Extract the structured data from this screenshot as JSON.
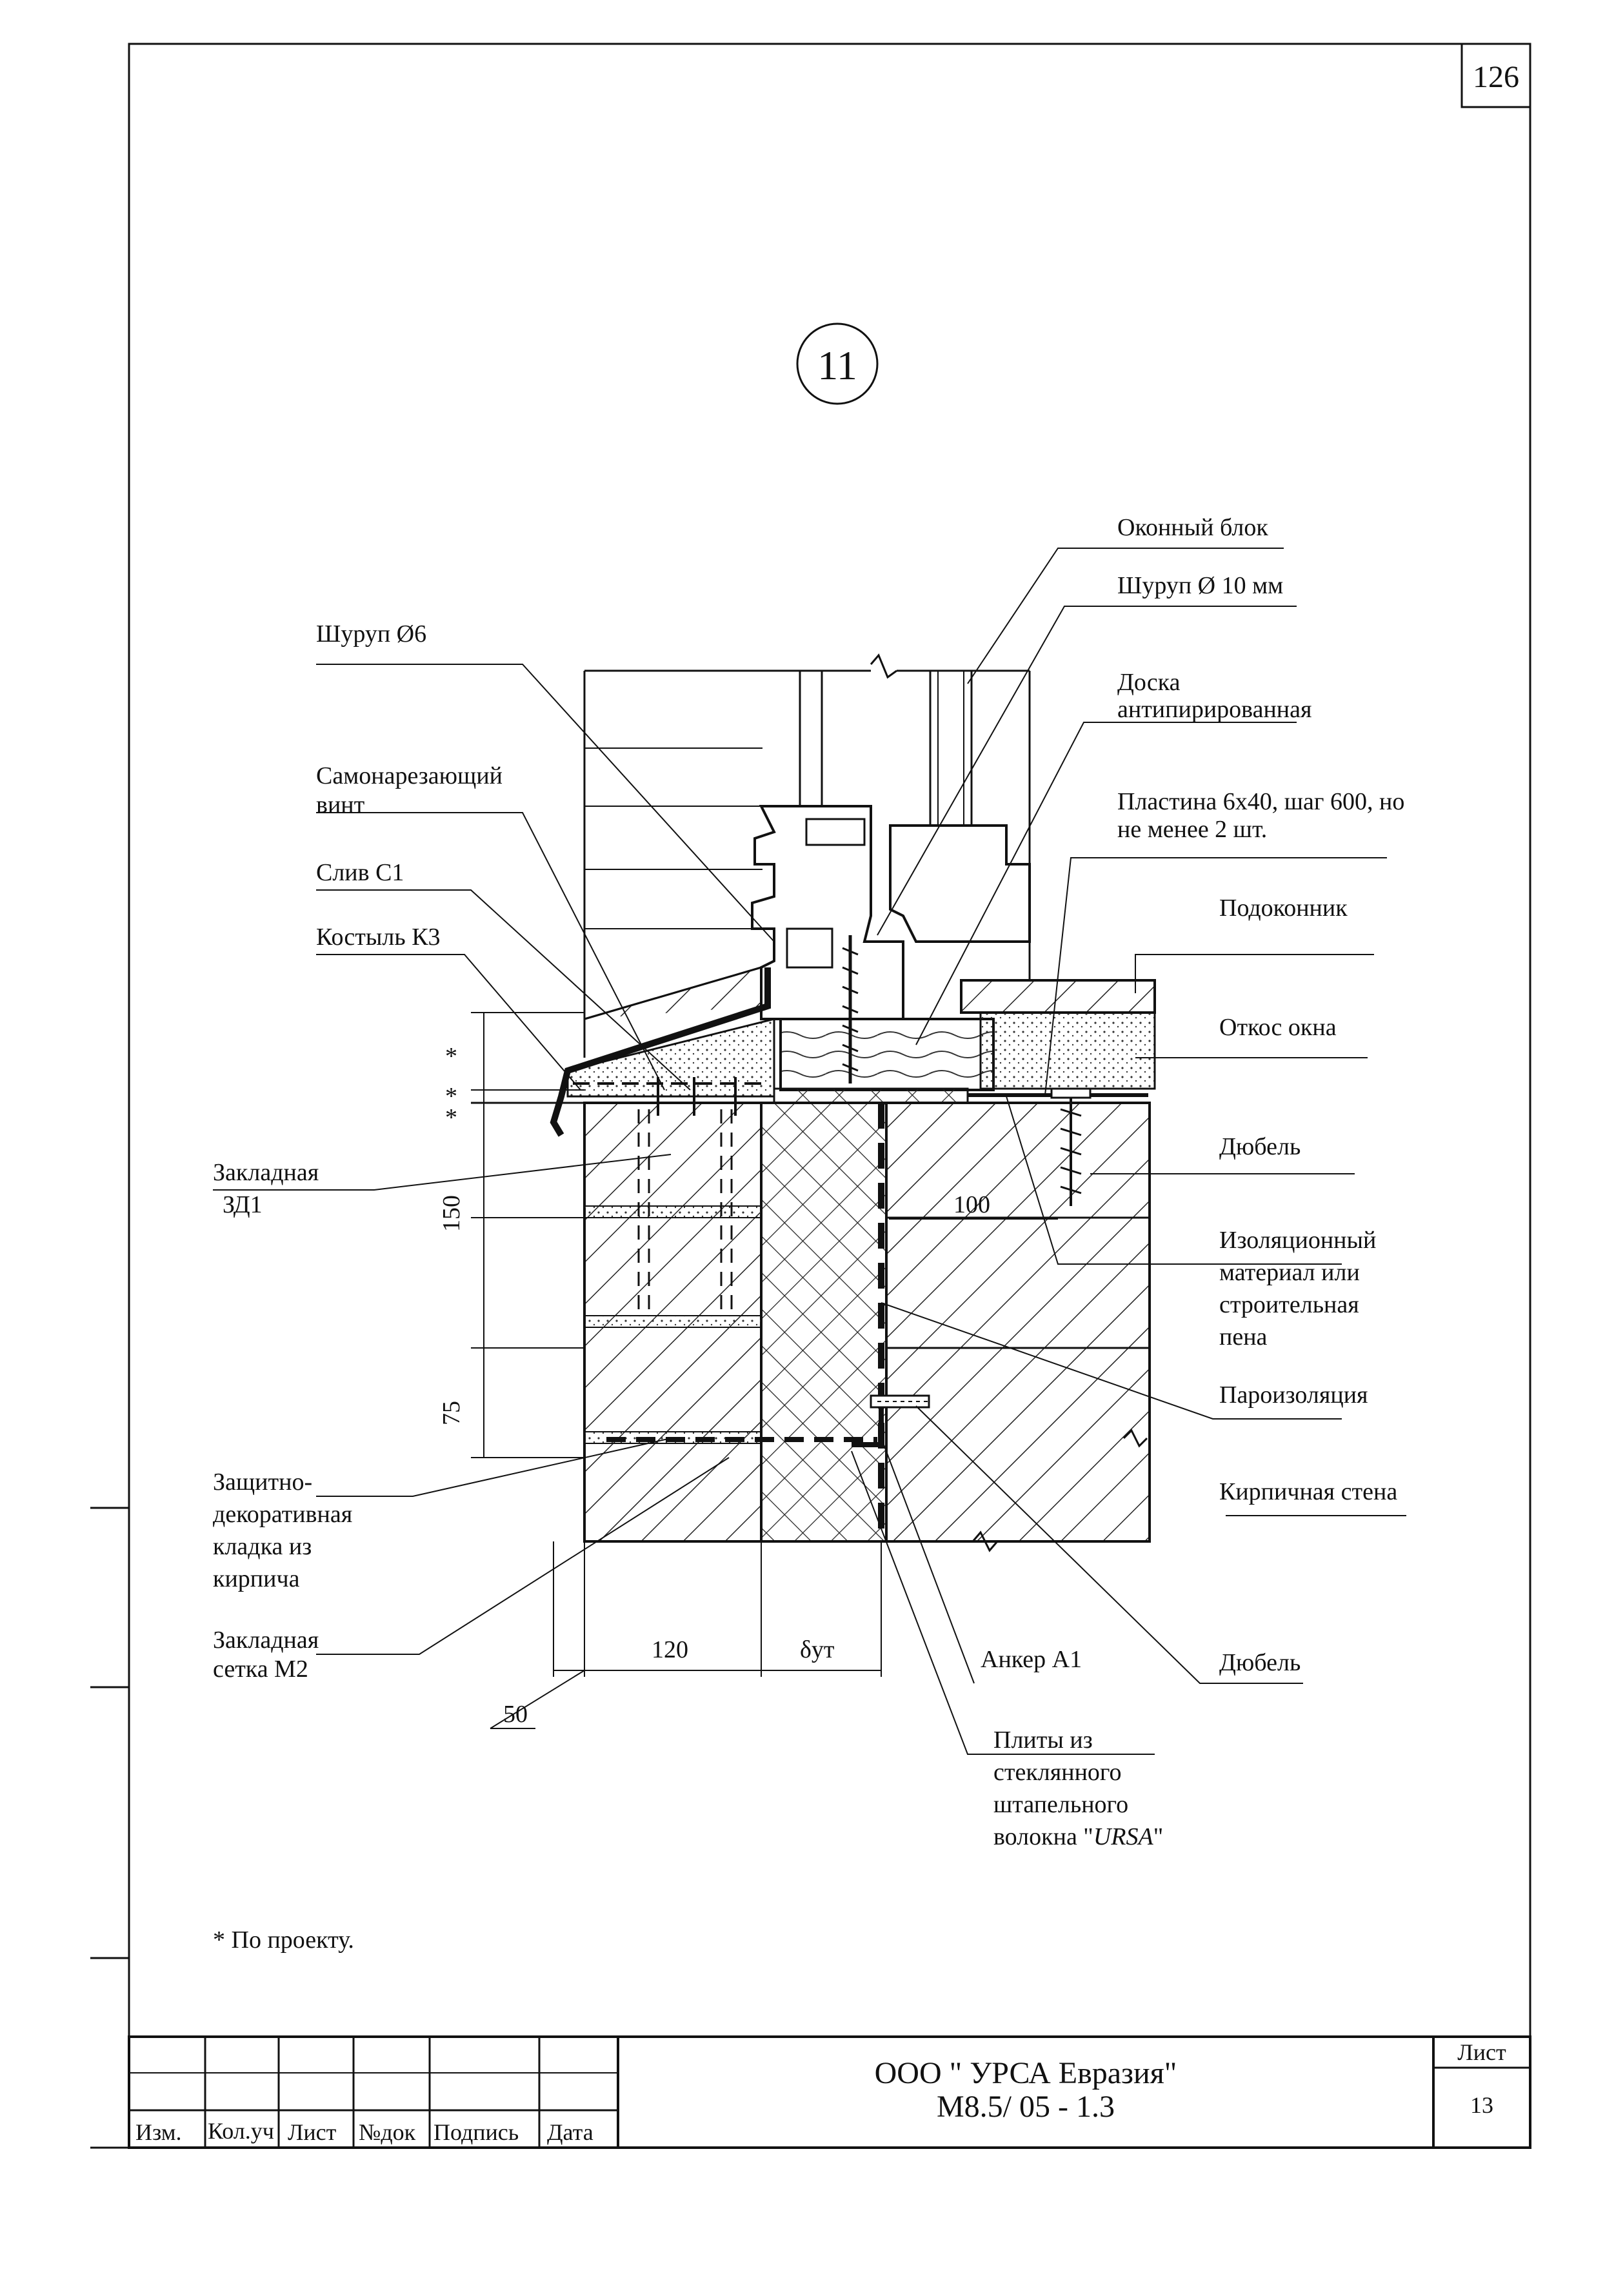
{
  "page_number": "126",
  "detail_number": "11",
  "labels": {
    "okonny_blok": "Оконный блок",
    "shurup_10": "Шуруп Ø 10 мм",
    "doska_1": "Доска",
    "doska_2": "антипирированная",
    "plastina_1": "Пластина 6х40, шаг 600, но",
    "plastina_2": "не менее 2 шт.",
    "podokonnik": "Подоконник",
    "otkos": "Откос окна",
    "dyubel_top": "Дюбель",
    "izol_1": "Изоляционный",
    "izol_2": "материал или",
    "izol_3": "строительная",
    "izol_4": "пена",
    "paroizol": "Пароизоляция",
    "kirp_stena": "Кирпичная стена",
    "dyubel_bottom": "Дюбель",
    "anker": "Анкер А1",
    "plity_1": "Плиты из",
    "plity_2": "стеклянного",
    "plity_3": "штапельного",
    "plity_4": "волокна \"",
    "plity_4_brand": "URSA",
    "plity_4_end": "\"",
    "shurup_6": "Шуруп Ø6",
    "samonar_1": "Самонарезающий",
    "samonar_2": "винт",
    "sliv": "Слив С1",
    "kostyl": "Костыль К3",
    "zakl_zd_1": "Закладная",
    "zakl_zd_2": "ЗД1",
    "zasch_1": "Защитно-",
    "zasch_2": "декоративная",
    "zasch_3": "кладка из",
    "zasch_4": "кирпича",
    "zakl_setka_1": "Закладная",
    "zakl_setka_2": "сетка  М2"
  },
  "dimensions": {
    "d150": "150",
    "d75": "75",
    "d100": "100",
    "d120": "120",
    "d50": "50",
    "delta": "δут",
    "star1": "*",
    "star2": "*",
    "star3": "*"
  },
  "footnote": "* По проекту.",
  "title_block": {
    "col_izm": "Изм.",
    "col_koluch": "Кол.уч",
    "col_list": "Лист",
    "col_ndok": "№док",
    "col_podpis": "Подпись",
    "col_data": "Дата",
    "company": "ООО \" УРСА Евразия\"",
    "doc_code": "М8.5/ 05 - 1.3",
    "sheet_label": "Лист",
    "sheet_number": "13"
  }
}
